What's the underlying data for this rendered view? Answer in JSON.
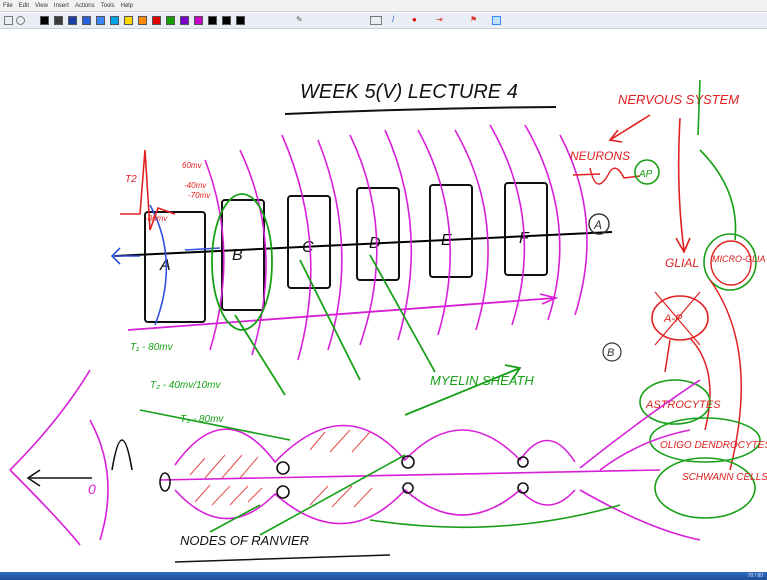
{
  "menu": [
    "File",
    "Edit",
    "View",
    "Insert",
    "Actions",
    "Tools",
    "Help"
  ],
  "toolbar": {
    "swatches": [
      "#000000",
      "#3b3b3b",
      "#1f3fa8",
      "#2a63d8",
      "#3b88ff",
      "#00a0e8",
      "#ffd800",
      "#ff8a00",
      "#e00000",
      "#16a000",
      "#7a00c8",
      "#c800c8",
      "#000000",
      "#000000",
      "#000000"
    ]
  },
  "board": {
    "title": "WEEK 5(V)   LECTURE 4",
    "nervous_system": "NERVOUS   SYSTEM",
    "neurons": "NEURONS",
    "ap_circle": "AP",
    "marker_a": "A",
    "marker_b": "B",
    "glial": "GLIAL",
    "microglia": "MICRO-GLIA",
    "ap_red": "A-P",
    "astrocytes": "ASTROCYTES",
    "oligodendrocytes": "OLIGO DENDROCYTES",
    "schwann": "SCHWANN CELLS",
    "myelin": "MYELIN   SHEATH",
    "nodes": "NODES   OF   RANVIER",
    "segments": [
      "A",
      "B",
      "C",
      "D",
      "E",
      "F"
    ],
    "t_labels": [
      "T₁ - 80mv",
      "T₂ - 40mv/10mv",
      "T₃ - 80mv"
    ],
    "t2": "T2",
    "ap_levels": [
      "60mv",
      "-40mv",
      "-70mv",
      "-80mv"
    ]
  },
  "status": {
    "page": "70 / 90"
  }
}
